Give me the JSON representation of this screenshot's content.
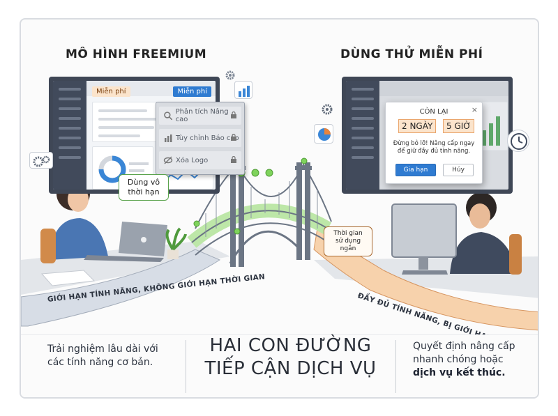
{
  "headings": {
    "left": "MÔ HÌNH FREEMIUM",
    "right": "DÙNG THỬ MIỄN PHÍ"
  },
  "left_screen": {
    "tag_free": "Miễn phí",
    "tag_free_blue": "Miễn phí",
    "features": [
      {
        "label": "Phân tích Nâng cao",
        "icon": "magnifier-icon"
      },
      {
        "label": "Tùy chỉnh Báo cáo",
        "icon": "bar-chart-icon"
      },
      {
        "label": "Xóa Logo",
        "icon": "eye-slash-icon"
      }
    ]
  },
  "speech_left": {
    "line1": "Dùng vô",
    "line2": "thời hạn"
  },
  "popup": {
    "title": "CÒN LẠI",
    "days": "2 NGÀY",
    "hours": "5 GIỜ",
    "message_line1": "Đừng bỏ lỡ! Nâng cấp ngay",
    "message_line2": "để giữ đầy đủ tính năng.",
    "button_extend": "Gia hạn",
    "button_cancel": "Hủy",
    "close": "×"
  },
  "speech_bridge": {
    "line1": "Thời gian",
    "line2": "sử dụng ngắn"
  },
  "road_labels": {
    "left": "GIỚI HẠN TÍNH NĂNG, KHÔNG GIỚI HẠN THỜI GIAN",
    "right": "ĐẦY ĐỦ TÍNH NĂNG, BỊ GIỚI HẠN THỜI GIAN"
  },
  "bottom": {
    "left_line1": "Trải nghiệm lâu dài với",
    "left_line2": "các tính năng cơ bản.",
    "title_line1": "HAI CON ĐƯỜNG",
    "title_line2": "TIẾP CẬN DỊCH VỤ",
    "right_line1": "Quyết định nâng cấp",
    "right_line2": "nhanh chóng hoặc",
    "right_bold": "dịch vụ kết thúc."
  },
  "colors": {
    "accent_blue": "#2f7bd1",
    "highlight_orange": "#fbe4cc",
    "bridge_green": "#7fd35c",
    "bridge_steel": "#6b7584"
  }
}
